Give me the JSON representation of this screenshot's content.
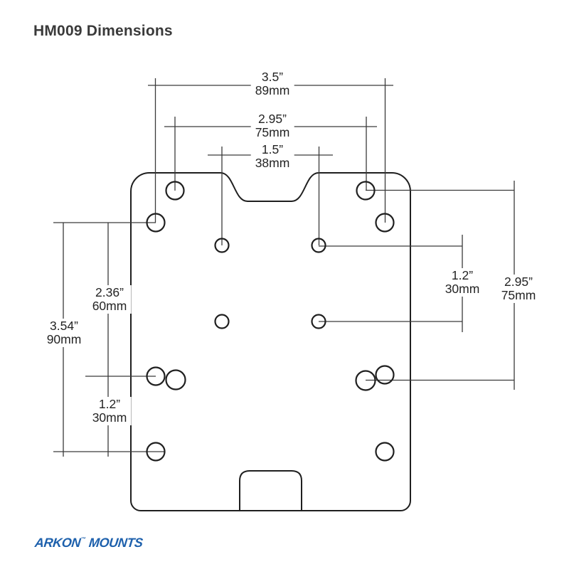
{
  "title": "HM009 Dimensions",
  "dimensions": {
    "top_outer": {
      "in": "3.5”",
      "mm": "89mm"
    },
    "top_mid": {
      "in": "2.95”",
      "mm": "75mm"
    },
    "top_inner": {
      "in": "1.5”",
      "mm": "38mm"
    },
    "left_outer": {
      "in": "3.54”",
      "mm": "90mm"
    },
    "left_upper": {
      "in": "2.36”",
      "mm": "60mm"
    },
    "left_lower": {
      "in": "1.2”",
      "mm": "30mm"
    },
    "right_inner": {
      "in": "1.2”",
      "mm": "30mm"
    },
    "right_outer": {
      "in": "2.95”",
      "mm": "75mm"
    }
  },
  "footer": {
    "brand_word1": "ARKON",
    "brand_tm": "™",
    "brand_word2": "MOUNTS",
    "brand_color": "#1d60ac"
  },
  "colors": {
    "outline": "#1f1f1f",
    "dimension_lines": "#3a3a3a",
    "text": "#242424"
  }
}
